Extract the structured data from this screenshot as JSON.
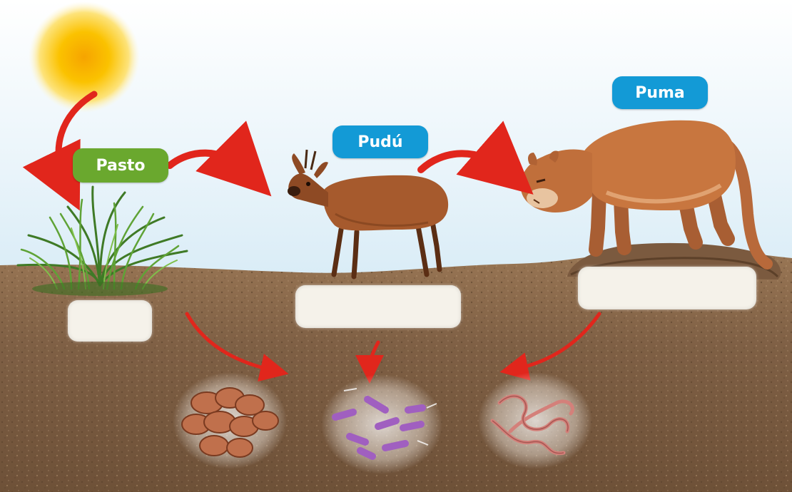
{
  "labels": {
    "producer": "Pasto",
    "herbivore": "Pudú",
    "carnivore": "Puma"
  },
  "colors": {
    "producer_label": "#6aa82e",
    "consumer_label": "#139ad6",
    "arrow": "#e1261c",
    "sky_top": "#ffffff",
    "sky_bottom": "#b9dcef",
    "soil": "#8a6a4b",
    "blank_box": "#f5f2ea"
  },
  "blank_boxes": 3,
  "icons": [
    "sun-icon",
    "grass-icon",
    "pudu-deer-icon",
    "puma-icon",
    "fungi-icon",
    "bacteria-icon",
    "earthworm-icon"
  ]
}
